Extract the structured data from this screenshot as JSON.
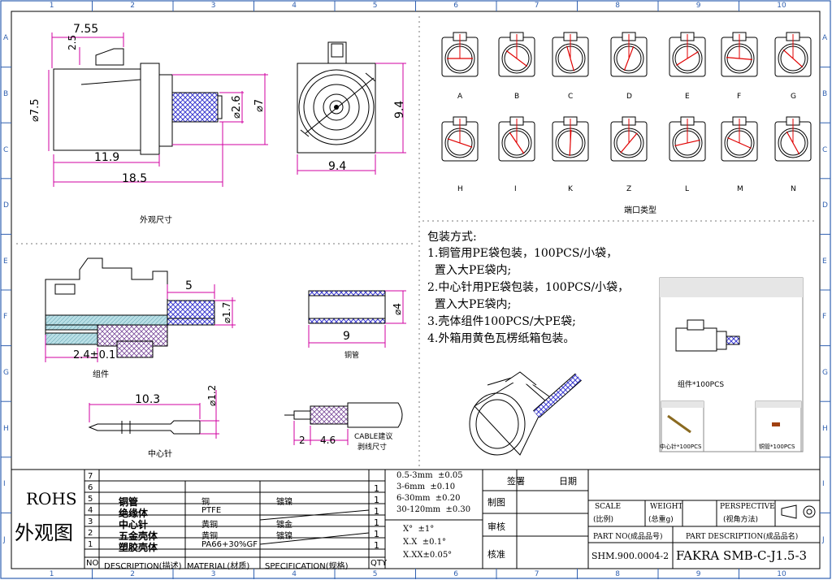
{
  "frame": {
    "columns": [
      "1",
      "2",
      "3",
      "4",
      "5",
      "6",
      "7",
      "8",
      "9",
      "10"
    ],
    "rows": [
      "A",
      "B",
      "C",
      "D",
      "E",
      "F",
      "G",
      "H",
      "I",
      "J"
    ]
  },
  "dims_main": {
    "d755": "7.55",
    "d25": "2.5",
    "d75": "⌀7.5",
    "d26": "⌀2.6",
    "d7": "⌀7",
    "d119": "11.9",
    "d185": "18.5",
    "d94h": "9.4",
    "d94v": "9.4",
    "caption": "外观尺寸"
  },
  "ports": {
    "row1": [
      "A",
      "B",
      "C",
      "D",
      "E",
      "F",
      "G"
    ],
    "row2": [
      "H",
      "I",
      "K",
      "Z",
      "L",
      "M",
      "N"
    ],
    "caption": "端口类型"
  },
  "assembly": {
    "d5": "5",
    "d17": "⌀1.7",
    "d24": "2.4±0.1",
    "caption": "组件"
  },
  "tube": {
    "d4": "⌀4",
    "d9": "9",
    "caption": "铜管"
  },
  "pin": {
    "d103": "10.3",
    "d12": "⌀1.2",
    "caption": "中心针"
  },
  "cable": {
    "d2": "2",
    "d46": "4.6",
    "note1": "CABLE建议",
    "note2": "剥线尺寸"
  },
  "packaging": {
    "title": "包装方式:",
    "lines": [
      "1.铜管用PE袋包装，100PCS/小袋，",
      "  置入大PE袋内;",
      "2.中心针用PE袋包装，100PCS/小袋，",
      "  置入大PE袋内;",
      "3.壳体组件100PCS/大PE袋;",
      "4.外箱用黄色瓦楞纸箱包装。"
    ],
    "bag_big": "组件*100PCS",
    "bag_pin": "中心针*100PCS",
    "bag_tube": "铜管*100PCS"
  },
  "title_block": {
    "rohs": "ROHS",
    "view": "外观图",
    "bom": [
      {
        "no": "7",
        "desc": "",
        "mat": "",
        "spec": "",
        "qty": ""
      },
      {
        "no": "6",
        "desc": "",
        "mat": "",
        "spec": "",
        "qty": "1"
      },
      {
        "no": "5",
        "desc": "铜管",
        "mat": "铜",
        "spec": "镀镍",
        "qty": "1"
      },
      {
        "no": "4",
        "desc": "绝缘体",
        "mat": "PTFE",
        "spec": "",
        "qty": "1"
      },
      {
        "no": "3",
        "desc": "中心针",
        "mat": "黄铜",
        "spec": "镀金",
        "qty": "1"
      },
      {
        "no": "2",
        "desc": "五金壳体",
        "mat": "黄铜",
        "spec": "镀镍",
        "qty": "1"
      },
      {
        "no": "1",
        "desc": "塑胶壳体",
        "mat": "PA66+30%GF",
        "spec": "",
        "qty": "1"
      }
    ],
    "hdr_no": "NO",
    "hdr_desc": "DESCRIPTION(描述)",
    "hdr_mat": "MATERIAL(材质)",
    "hdr_spec": "SPECIFICATION(规格)",
    "hdr_qty": "QTY",
    "tol_lin": [
      "0.5-3mm  ±0.05",
      "3-6mm  ±0.10",
      "6-30mm  ±0.20",
      "30-120mm  ±0.30"
    ],
    "tol_ang": [
      "X°  ±1°",
      "X.X  ±0.1°",
      "X.XX±0.05°"
    ],
    "sign": "签署",
    "date": "日期",
    "draw": "制图",
    "check": "审核",
    "approve": "核准",
    "scale1": "SCALE",
    "scale2": "(比例)",
    "weight1": "WEIGHT",
    "weight2": "(总重g)",
    "persp1": "PERSPECTIVE",
    "persp2": "(视角方法)",
    "partno_label": "PART NO(成品品号)",
    "partdesc_label": "PART DESCRIPTION(成品品名)",
    "partno": "SHM.900.0004-2",
    "partdesc": "FAKRA  SMB-C-J1.5-3"
  }
}
